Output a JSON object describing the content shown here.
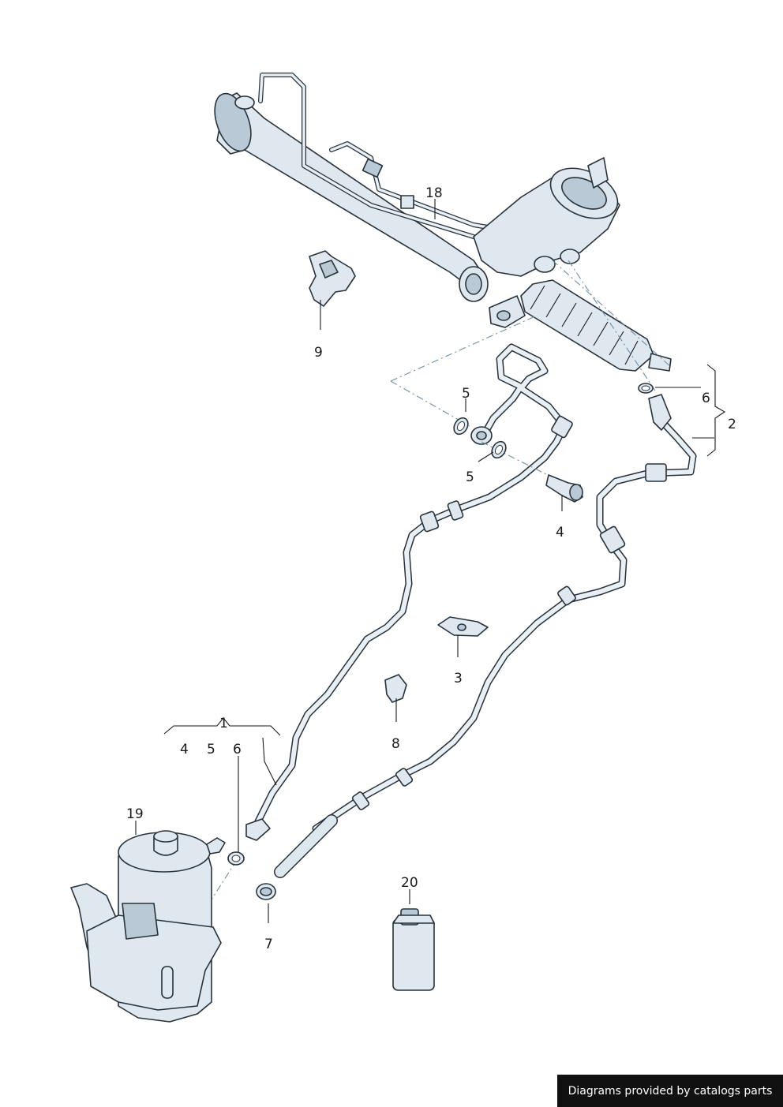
{
  "callouts": {
    "c18": "18",
    "c9": "9",
    "c5a": "5",
    "c5b": "5",
    "c6a": "6",
    "c2": "2",
    "c4a": "4",
    "c3": "3",
    "c8": "8",
    "c1": "1",
    "c4b": "4",
    "c5c": "5",
    "c6b": "6",
    "c19": "19",
    "c7": "7",
    "c20": "20"
  },
  "footer": {
    "credit": "Diagrams provided by catalogs parts"
  },
  "colors": {
    "part_fill": "#dfe8ef",
    "outline": "#27323a",
    "dash_line": "#6f8fa3",
    "footer_bg": "#111111"
  }
}
